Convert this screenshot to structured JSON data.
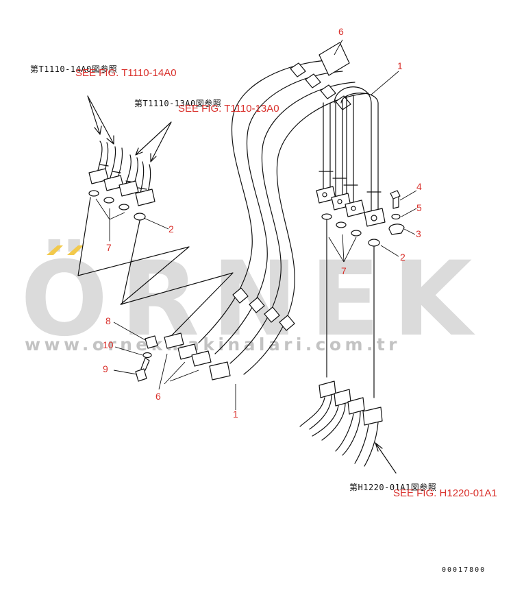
{
  "watermark": {
    "brand": "ÖRNEK",
    "url": "www.ornekmakinalari.com.tr",
    "accent_color": "#f2c94c",
    "text_color": "#d5d5d5"
  },
  "references": {
    "ref1_jp": "第T1110-14A0図参照",
    "ref1_en": "SEE FIG. T1110-14A0",
    "ref2_jp": "第T1110-13A0図参照",
    "ref2_en": "SEE FIG. T1110-13A0",
    "ref3_jp": "第H1220-01A1図参照",
    "ref3_en": "SEE FIG. H1220-01A1"
  },
  "callouts": {
    "c6_top": "6",
    "c1_top": "1",
    "c4": "4",
    "c5": "5",
    "c3": "3",
    "c2_right": "2",
    "c7_right": "7",
    "c2_left": "2",
    "c7_left": "7",
    "c8": "8",
    "c10": "10",
    "c9": "9",
    "c6_bottom": "6",
    "c1_bottom": "1"
  },
  "drawing_code": "00017800",
  "colors": {
    "callout": "#d9302b",
    "line": "#111111"
  }
}
